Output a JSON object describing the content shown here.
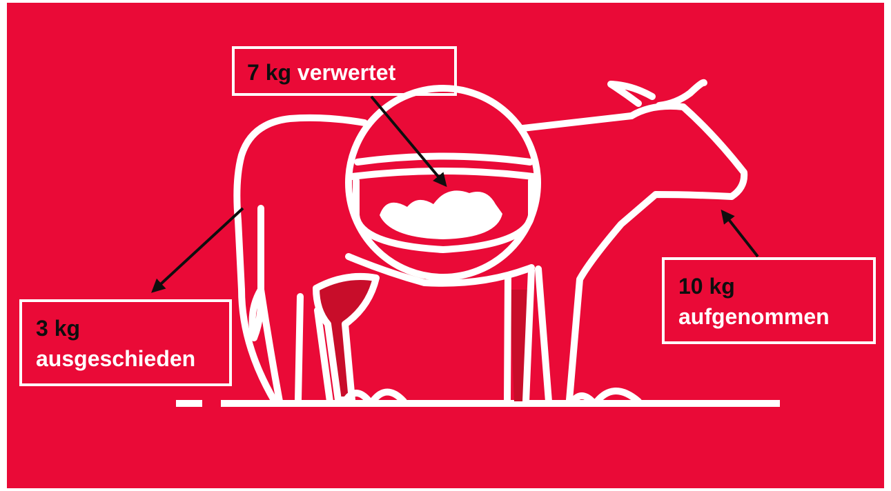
{
  "colors": {
    "background": "#ea0a37",
    "outline": "#ffffff",
    "udder": "#c80d2a",
    "text_dark": "#0e0e0e",
    "arrow": "#0e0e0e"
  },
  "labels": {
    "verwertet": {
      "amount": "7 kg",
      "text": "verwertet"
    },
    "aufgenommen": {
      "amount": "10 kg",
      "text": "aufgenommen"
    },
    "ausgeschieden": {
      "amount": "3 kg",
      "text": "ausgeschieden"
    }
  }
}
